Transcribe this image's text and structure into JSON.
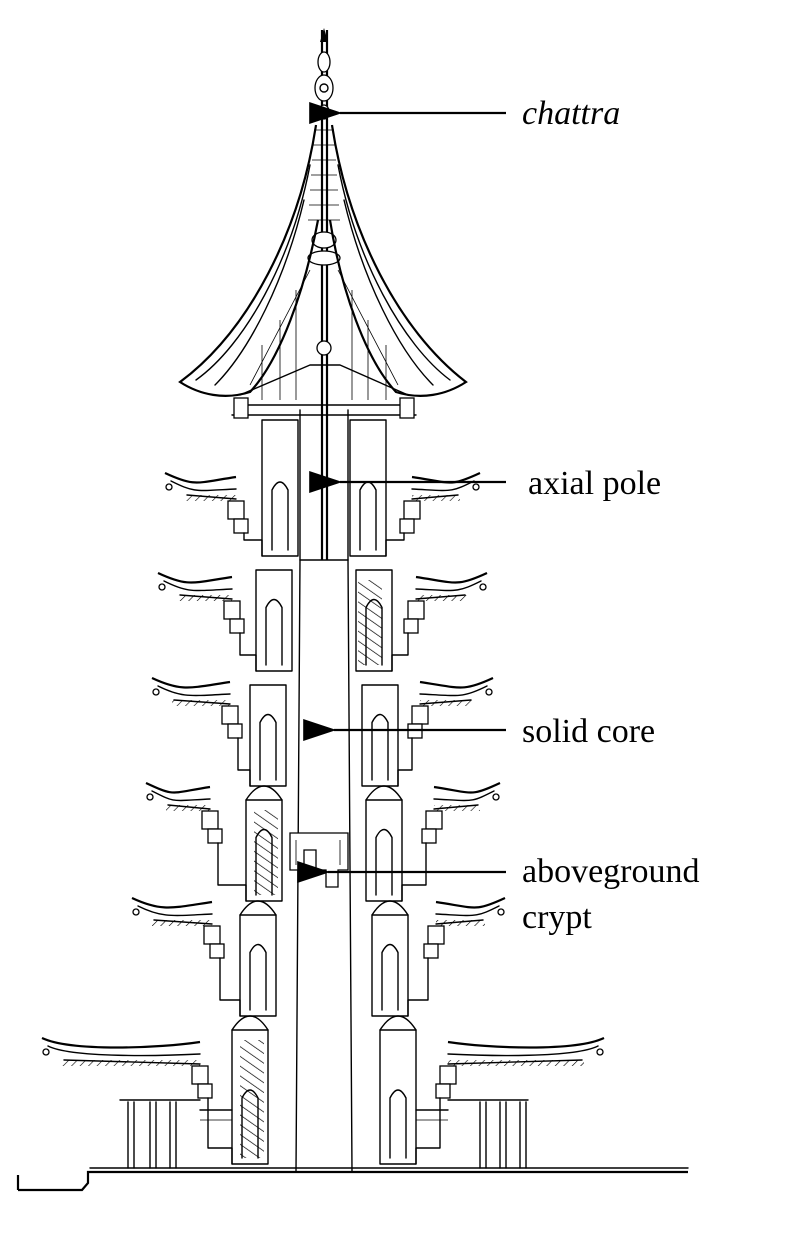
{
  "labels": {
    "chattra": "chattra",
    "axial_pole": "axial pole",
    "solid_core": "solid core",
    "aboveground_line1": "aboveground",
    "aboveground_line2": "crypt"
  },
  "colors": {
    "ink": "#000000",
    "paper": "#ffffff"
  }
}
